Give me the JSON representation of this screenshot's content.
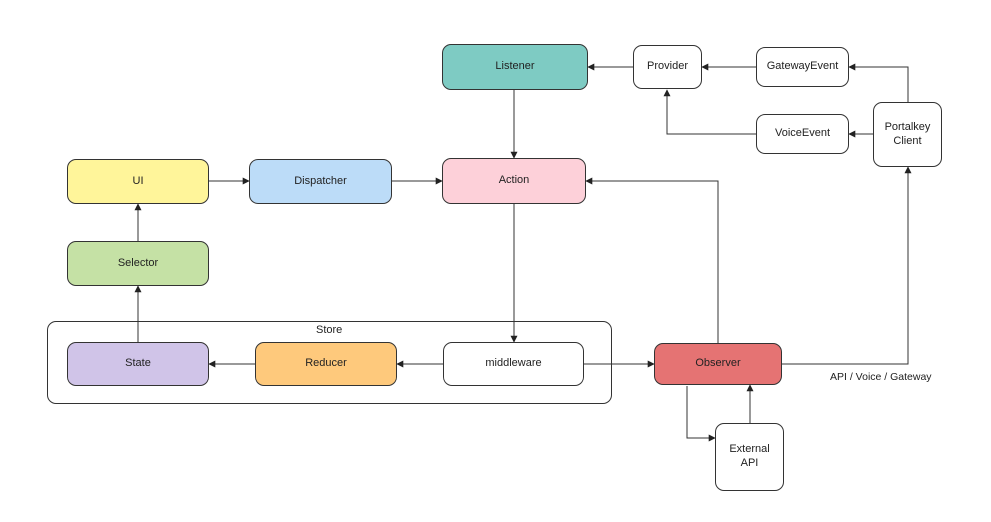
{
  "diagram": {
    "store": {
      "label": "Store"
    },
    "nodes": {
      "listener": {
        "label": "Listener",
        "color": "#7ecbc3"
      },
      "provider": {
        "label": "Provider",
        "color": "#ffffff"
      },
      "gateway_event": {
        "label": "GatewayEvent",
        "color": "#ffffff"
      },
      "voice_event": {
        "label": "VoiceEvent",
        "color": "#ffffff"
      },
      "portalkey_client": {
        "label": "Portalkey\nClient",
        "color": "#ffffff"
      },
      "ui": {
        "label": "UI",
        "color": "#fff59a"
      },
      "dispatcher": {
        "label": "Dispatcher",
        "color": "#bcdcf8"
      },
      "action": {
        "label": "Action",
        "color": "#fdd0d9"
      },
      "selector": {
        "label": "Selector",
        "color": "#c5e1a5"
      },
      "state": {
        "label": "State",
        "color": "#d0c4e8"
      },
      "reducer": {
        "label": "Reducer",
        "color": "#fec97c"
      },
      "middleware": {
        "label": "middleware",
        "color": "#ffffff"
      },
      "observer": {
        "label": "Observer",
        "color": "#e57373"
      },
      "external_api": {
        "label": "External\nAPI",
        "color": "#ffffff"
      }
    },
    "edge_labels": {
      "observer_to_client": "API / Voice / Gateway"
    }
  }
}
